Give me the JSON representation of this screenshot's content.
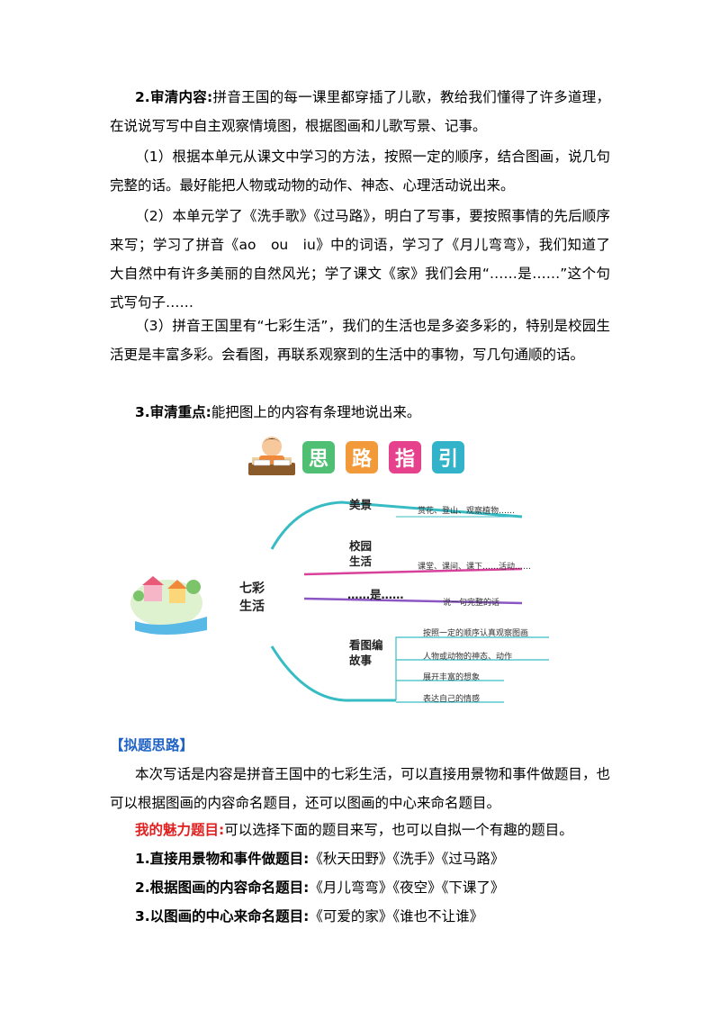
{
  "section2": {
    "label": "2.审清内容:",
    "text": "拼音王国的每一课里都穿插了儿歌，教给我们懂得了许多道理，在说说写写中自主观察情境图，根据图画和儿歌写景、记事。"
  },
  "items": [
    "（1）根据本单元从课文中学习的方法，按照一定的顺序，结合图画，说几句完整的话。最好能把人物或动物的动作、神态、心理活动说出来。",
    "（2）本单元学了《洗手歌》《过马路》，明白了写事，要按照事情的先后顺序来写；学习了拼音《ao　ou　iu》中的词语，学习了《月儿弯弯》，我们知道了大自然中有许多美丽的自然风光；学了课文《家》我们会用“……是……”这个句式写句子……",
    "（3）拼音王国里有“七彩生活”，我们的生活也是多姿多彩的，特别是校园生活更是丰富多彩。会看图，再联系观察到的生活中的事物，写几句通顺的话。"
  ],
  "section3": {
    "label": "3.审清重点:",
    "text": "能把图上的内容有条理地说出来。"
  },
  "banner": {
    "chars": [
      "思",
      "路",
      "指",
      "引"
    ],
    "colors": [
      "#4fbf73",
      "#f29a3a",
      "#e6418d",
      "#33b3c9"
    ]
  },
  "mindmap": {
    "center": [
      "七彩",
      "生活"
    ],
    "branches": [
      {
        "title": "美景",
        "detail": "赏花、登山、观察植物……"
      },
      {
        "title": "校园生活",
        "detail": "课堂、课间、课下……活动……"
      },
      {
        "title": "……是……",
        "detail": "说一句完整的话"
      },
      {
        "title": "看图编故事",
        "details": [
          "按照一定的顺序认真观察图画",
          "人物或动物的神态、动作",
          "展开丰富的想象",
          "表达自己的情感"
        ]
      }
    ]
  },
  "title_section": {
    "heading": "【拟题思路】",
    "text": "本次写话是内容是拼音王国中的七彩生活，可以直接用景物和事件做题目，也可以根据图画的内容命名题目，还可以图画的中心来命名题目。",
    "charm_label": "我的魅力题目:",
    "charm_text": "可以选择下面的题目来写，也可以自拟一个有趣的题目。",
    "options": [
      {
        "label": "1.直接用景物和事件做题目:",
        "titles": "《秋天田野》《洗手》《过马路》"
      },
      {
        "label": "2.根据图画的内容命名题目:",
        "titles": "《月儿弯弯》《夜空》《下课了》"
      },
      {
        "label": "3.以图画的中心来命名题目:",
        "titles": "《可爱的家》《谁也不让谁》"
      }
    ]
  }
}
